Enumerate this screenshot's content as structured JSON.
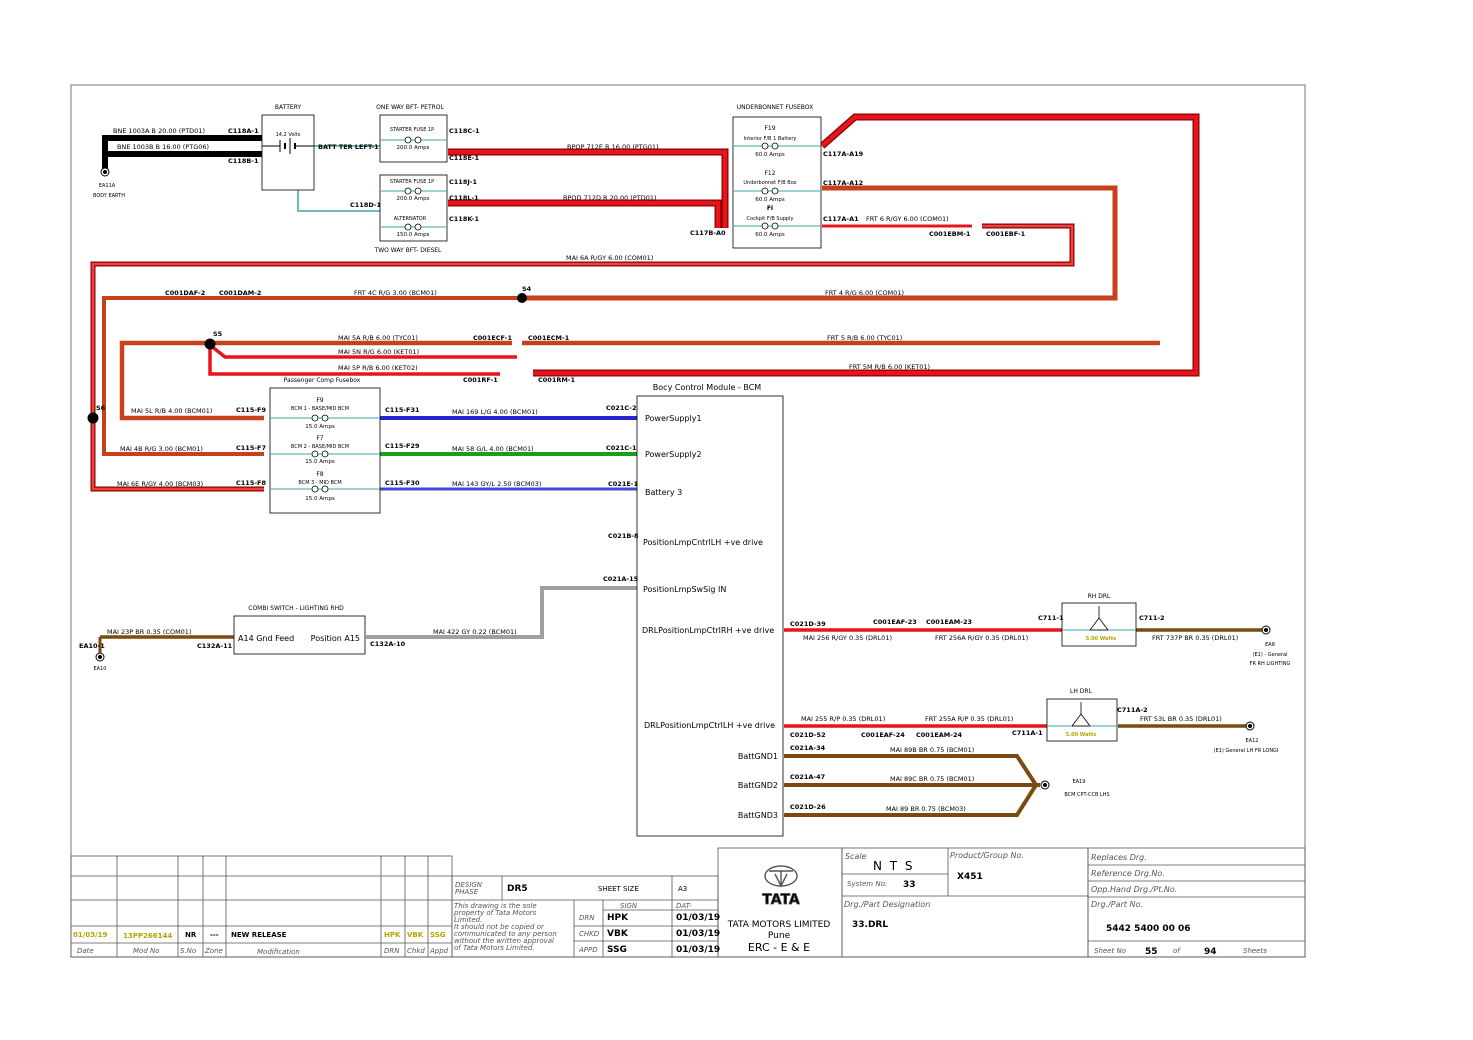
{
  "colors": {
    "red": "#e8141c",
    "redOutline": "#8a0000",
    "orange": "#e0441a",
    "brown": "#7a4a10",
    "blue": "#2626d0",
    "green": "#18a018",
    "purple": "#4848d8",
    "grey": "#a0a0a0",
    "black": "#000000",
    "teal": "#3aa6a6",
    "watts": "#b5a300"
  },
  "boxes": {
    "battery": {
      "title": "BATTERY",
      "value": "14.2 Volts"
    },
    "petrol": {
      "title": "ONE WAY BFT- PETROL",
      "fuse_name": "STARTER FUSE 1P",
      "amps": "200.0 Amps"
    },
    "diesel": {
      "title": "TWO WAY BFT- DIESEL",
      "fuse1_name": "STARTER FUSE 1P",
      "fuse1_amps": "200.0 Amps",
      "fuse2_name": "ALTERNATOR",
      "fuse2_amps": "150.0 Amps"
    },
    "ubfb": {
      "title": "UNDERBONNET FUSEBOX",
      "fuses": [
        {
          "id": "F19",
          "name": "Interior F/B 1 Battery",
          "amps": "60.0 Amps"
        },
        {
          "id": "F12",
          "name": "Underbonnet F/B Box",
          "amps": "60.0 Amps"
        },
        {
          "id": "FI",
          "name": "Cockpit F/B Supply",
          "amps": "60.0 Amps"
        }
      ]
    },
    "pcfb": {
      "title": "Passenger Comp Fusebox",
      "fuses": [
        {
          "id": "F9",
          "name": "BCM 1 - BASE/MID BCM",
          "amps": "15.0 Amps"
        },
        {
          "id": "F7",
          "name": "BCM 2 - BASE/MID BCM",
          "amps": "15.0 Amps"
        },
        {
          "id": "F8",
          "name": "BCM 3 - MID BCM",
          "amps": "15.0 Amps"
        }
      ]
    },
    "bcm": {
      "title": "Bocy Control Module - BCM",
      "pins": [
        "PowerSupply1",
        "PowerSupply2",
        "Battery 3",
        "PositionLmpCntrlLH +ve drive",
        "PositionLmpSwSig IN",
        "DRLPositionLmpCtrlRH +ve drive",
        "DRLPositionLmpCtrlLH +ve drive",
        "BattGND1",
        "BattGND2",
        "BattGND3"
      ]
    },
    "combi": {
      "title": "COMBI SWITCH - LIGHTING RHD",
      "pin_left": "A14 Gnd Feed",
      "pin_right": "Position A15"
    },
    "rhdrl": {
      "title": "RH DRL",
      "watts": "5.00 Watts"
    },
    "lhdrl": {
      "title": "LH DRL",
      "watts": "5.00 Watts"
    }
  },
  "wires": [
    "BNE  1003A  B  20.00  (PTD01)",
    "BNE  1003B  B  16.00  (PTG06)",
    "BPOP  712E  R  16.00  (PTG01)",
    "BPOD  712D  R  20.00  (PTD01)",
    "FRT  6  R/GY  6.00  (COM01)",
    "MAI  6A  R/GY  6.00  (COM01)",
    "FRT  4C  R/G  3.00  (BCM01)",
    "FRT  4  R/G  6.00  (COM01)",
    "MAI  5A  R/B  6.00  (TYC01)",
    "FRT  5  R/B  6.00  (TYC01)",
    "MAI  5N  R/G  6.00  (KET01)",
    "MAI  5P  R/B  6.00  (KET02)",
    "FRT  5M  R/B  6.00  (KET01)",
    "MAI  5L  R/B  4.00  (BCM01)",
    "MAI  4B  R/G  3.00  (BCM01)",
    "MAI  6E  R/GY  4.00  (BCM03)",
    "MAI  169  L/G  4.00  (BCM01)",
    "MAI  58  G/L  4.00  (BCM01)",
    "MAI  143  GY/L  2.50  (BCM03)",
    "MAI  23P  BR  0.35  (COM01)",
    "MAI  422  GY  0.22  (BCM01)",
    "MAI  256  R/GY  0.35  (DRL01)",
    "FRT  256A  R/GY  0.35  (DRL01)",
    "FRT  737P  BR  0.35  (DRL01)",
    "MAI  255  R/P  0.35  (DRL01)",
    "FRT  255A  R/P  0.35  (DRL01)",
    "FRT  53L  BR  0.35  (DRL01)",
    "MAI  89B  BR  0.75  (BCM01)",
    "MAI  89C  BR  0.75  (BCM01)",
    "MAI  89  BR  0.75  (BCM03)"
  ],
  "connectors": [
    "C118A-1",
    "C118B-1",
    "BATT TER LEFT-1",
    "C118C-1",
    "C118E-1",
    "C118J-1",
    "C118L-1",
    "C118K-1",
    "C118D-1",
    "C117A-A19",
    "C117A-A12",
    "C117A-A1",
    "C117B-A0",
    "C001EBM-1",
    "C001EBF-1",
    "C001DAF-2",
    "C001DAM-2",
    "S4",
    "S5",
    "S6",
    "C001ECF-1",
    "C001ECM-1",
    "C001RF-1",
    "C001RM-1",
    "C115-F9",
    "C115-F7",
    "C115-F8",
    "C115-F31",
    "C115-F29",
    "C115-F30",
    "C021C-2",
    "C021C-1",
    "C021E-1",
    "C021B-8",
    "C021A-15",
    "EA10-1",
    "C132A-11",
    "C132A-10",
    "C021D-39",
    "C001EAF-23",
    "C001EAM-23",
    "C711-1",
    "C711-2",
    "C021D-52",
    "C001EAF-24",
    "C001EAM-24",
    "C711A-1",
    "C711A-2",
    "C021A-34",
    "C021A-47",
    "C021D-26"
  ],
  "grounds": {
    "ea11a": {
      "id": "EA11A",
      "label": "BODY EARTH"
    },
    "ea10": {
      "id": "EA10"
    },
    "ea8": {
      "id": "EA8",
      "label1": "(E1) - General",
      "label2": "FR RH LIGHTING"
    },
    "ea12": {
      "id": "EA12",
      "label": "(E1) General LH FR LONGI"
    },
    "ea19": {
      "id": "EA19",
      "label": "BCM CPT-CCB LHS"
    }
  },
  "title_block": {
    "rev": {
      "date": "01/03/19",
      "mod_no": "13PP266144",
      "sno": "NR",
      "zone": "---",
      "modification": "NEW RELEASE",
      "drn": "HPK",
      "chkd": "VBK",
      "appd": "SSG"
    },
    "rev_headers": [
      "Date",
      "Mod No",
      "S.No",
      "Zone",
      "Modification",
      "DRN",
      "Chkd",
      "Appd"
    ],
    "design_phase_label": "DESIGN\nPHASE",
    "design_phase": "DR5",
    "sheet_size_label": "SHEET SIZE",
    "sheet_size": "A3",
    "sign_label": "SIGN",
    "dat_label": "DAT-",
    "disclaimer": [
      "This drawing is the sole",
      "property of Tata Motors",
      "Limited.",
      "  It should not be copied or",
      "communicated to any person",
      "without the written approval",
      "of Tata Motors Limited."
    ],
    "sign_rows": [
      {
        "role": "DRN",
        "sign": "HPK",
        "date": "01/03/19"
      },
      {
        "role": "CHKD",
        "sign": "VBK",
        "date": "01/03/19"
      },
      {
        "role": "APPD",
        "sign": "SSG",
        "date": "01/03/19"
      }
    ],
    "company": "TATA MOTORS LIMITED",
    "city": "Pune",
    "dept": "ERC - E & E",
    "logo_text": "TATA",
    "scale_label": "Scale",
    "scale": "N T S",
    "system_no_label": "System No:",
    "system_no": "33",
    "product_label": "Product/Group No.",
    "product": "X451",
    "designation_label": "Drg./Part Designation",
    "designation": "33.DRL",
    "replaces_label": "Replaces Drg.",
    "reference_label": "Reference Drg.No.",
    "opp_label": "Opp.Hand Drg./Pt.No.",
    "part_label": "Drg./Part No.",
    "part_no": "5442 5400 00 06",
    "sheet_no_label": "Sheet No",
    "sheet_no": "55",
    "of_label": "of",
    "sheets_total": "94",
    "sheets_label": "Sheets"
  }
}
